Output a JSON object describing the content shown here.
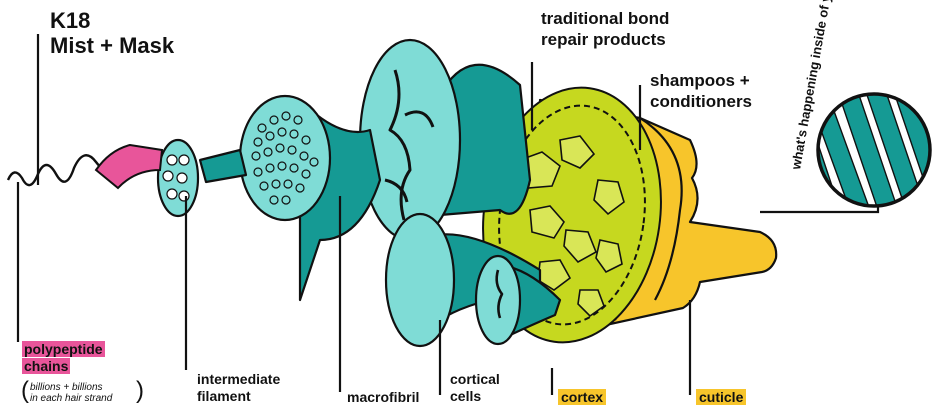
{
  "labels": {
    "k18_line1": "K18",
    "k18_line2": "Mist + Mask",
    "traditional_line1": "traditional bond",
    "traditional_line2": "repair products",
    "shampoos_line1": "shampoos +",
    "shampoos_line2": "conditioners",
    "circle_caption": "what's happening inside of your hair?",
    "polypeptide_line1": "polypeptide",
    "polypeptide_line2": "chains",
    "billions_line1": "billions + billions",
    "billions_line2": "in each hair strand",
    "intermediate_line1": "intermediate",
    "intermediate_line2": "filament",
    "macrofibril": "macrofibril",
    "cortical_line1": "cortical",
    "cortical_line2": "cells",
    "cortex": "cortex",
    "cuticle": "cuticle"
  },
  "colors": {
    "teal": "#159a94",
    "light_teal": "#7fdcd6",
    "lime": "#c6d81f",
    "yellow": "#f7c52b",
    "pink": "#e8559a",
    "ink": "#111111"
  }
}
